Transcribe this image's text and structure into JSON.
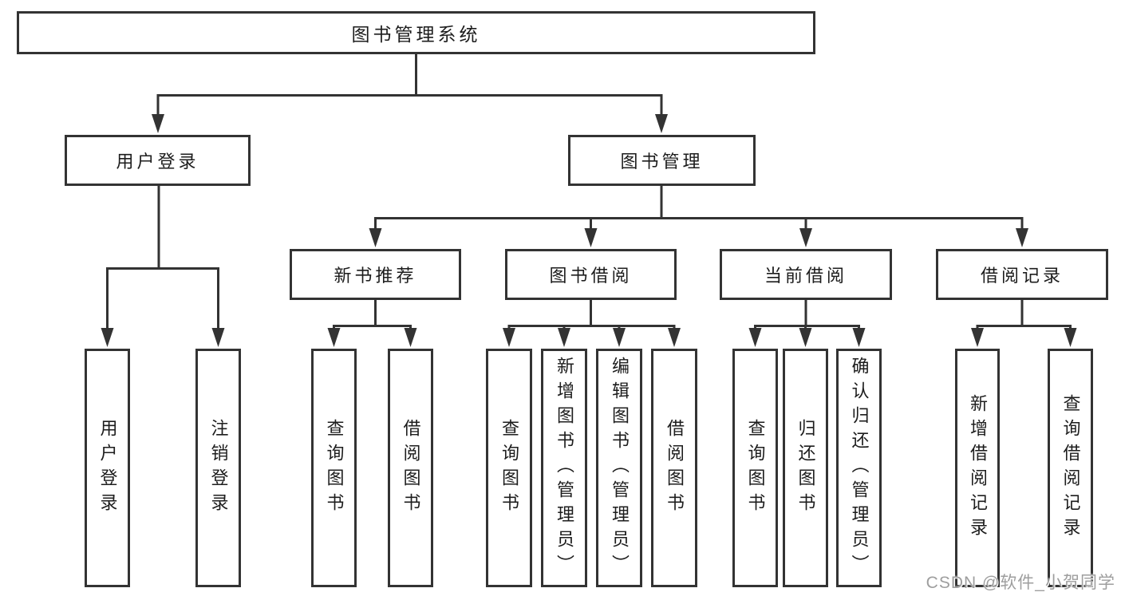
{
  "nodes": {
    "root": "图书管理系统",
    "userLogin": "用户登录",
    "bookMgmt": "图书管理",
    "newBook": "新书推荐",
    "bookBorrow": "图书借阅",
    "currentBorrow": "当前借阅",
    "borrowRecord": "借阅记录",
    "login": "用户登录",
    "logout": "注销登录",
    "nbQuery": "查询图书",
    "nbBorrow": "借阅图书",
    "bbQuery": "查询图书",
    "bbAdd": "新增图书（管理员）",
    "bbEdit": "编辑图书（管理员）",
    "bbBorrow": "借阅图书",
    "cbQuery": "查询图书",
    "cbReturn": "归还图书",
    "cbConfirm": "确认归还（管理员）",
    "brAdd": "新增借阅记录",
    "brQuery": "查询借阅记录"
  },
  "watermark": {
    "text": "CSDN @软件_小贺同学"
  },
  "colors": {
    "line": "#333333",
    "text": "#1d1d1d",
    "watermark": "#9e9e9e",
    "background": "#ffffff"
  }
}
